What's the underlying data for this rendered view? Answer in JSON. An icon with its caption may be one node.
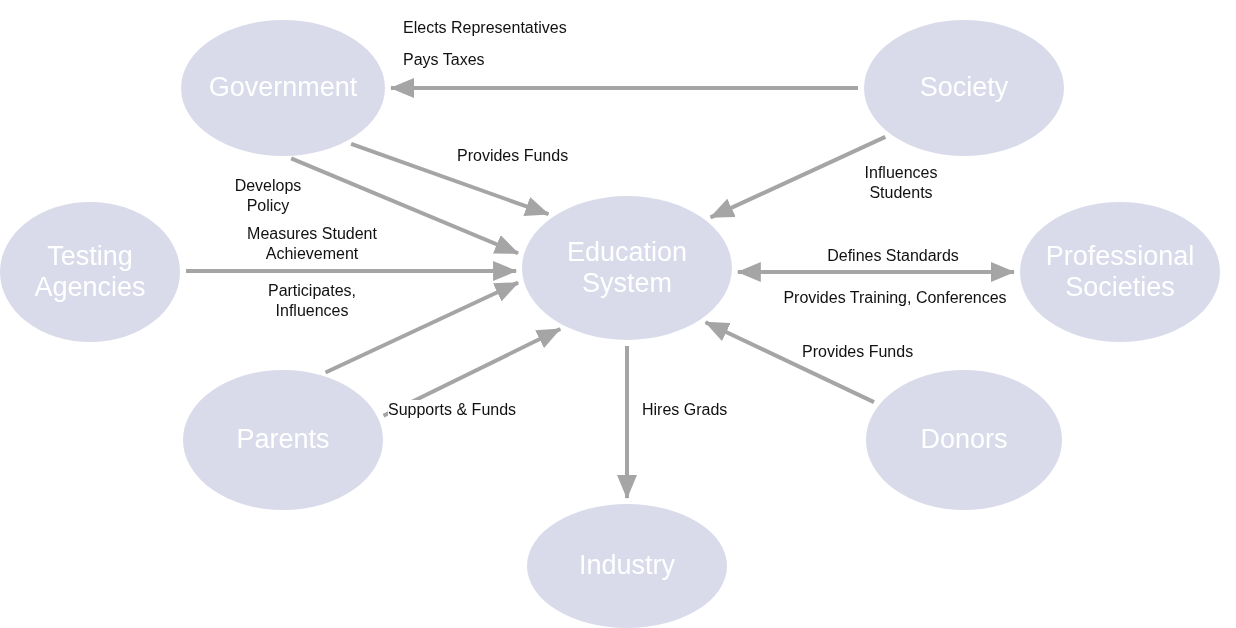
{
  "diagram": {
    "nodes": [
      {
        "text": [
          "Government"
        ]
      },
      {
        "text": [
          "Society"
        ]
      },
      {
        "text": [
          "Testing Agencies"
        ]
      },
      {
        "text": [
          "Education System"
        ]
      },
      {
        "text": [
          "Professional Societies"
        ]
      },
      {
        "text": [
          "Parents"
        ]
      },
      {
        "text": [
          "Donors"
        ]
      },
      {
        "text": [
          "Industry"
        ]
      }
    ],
    "edges": [
      {
        "from": 1,
        "to": 0,
        "arrow": "to",
        "label": "Pays Taxes"
      },
      {
        "from": 0,
        "to": 3,
        "arrow": "to",
        "label": "Provides Funds"
      },
      {
        "from": 0,
        "to": 3,
        "arrow": "to",
        "label": "Develops Policy"
      },
      {
        "from": 2,
        "to": 3,
        "arrow": "to",
        "label": "Measures Student Achievement"
      },
      {
        "from": 5,
        "to": 3,
        "arrow": "to",
        "label": "Participates, Influences"
      },
      {
        "from": 5,
        "to": 3,
        "arrow": "to",
        "label": "Supports & Funds"
      },
      {
        "from": 3,
        "to": 7,
        "arrow": "to",
        "label": "Hires Grads"
      },
      {
        "from": 1,
        "to": 3,
        "arrow": "to",
        "label": "Influences Students"
      },
      {
        "from": 3,
        "to": 4,
        "arrow": "both",
        "label": "Defines Standards"
      },
      {
        "from": 6,
        "to": 3,
        "arrow": "to",
        "label": "Provides Funds"
      }
    ],
    "labels": [
      "Elects Representatives",
      "Provides Training, Conferences"
    ]
  }
}
